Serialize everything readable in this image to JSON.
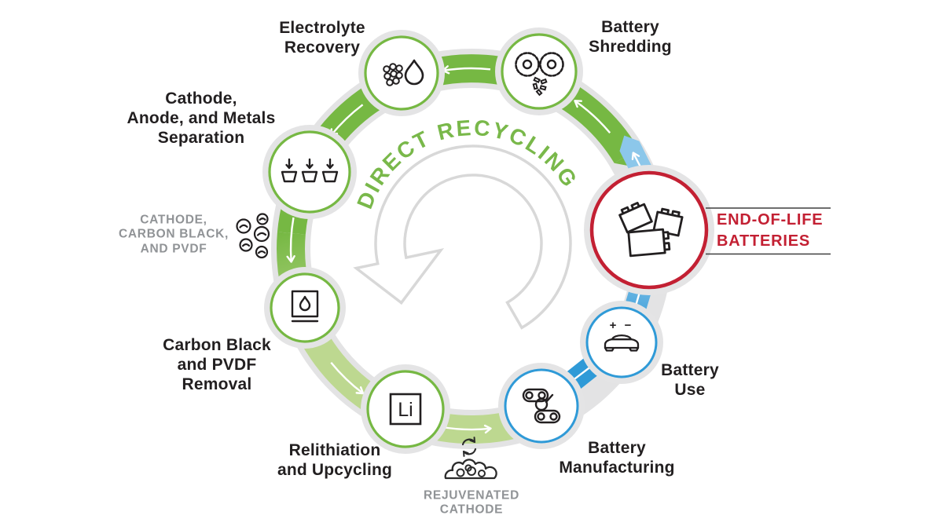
{
  "title": {
    "center": "DIRECT RECYCLING"
  },
  "stages": [
    {
      "id": "end-of-life-batteries",
      "label_lines": [
        "END-OF-LIFE",
        "BATTERIES"
      ],
      "icon": "stacked-batteries-icon"
    },
    {
      "id": "battery-shredding",
      "label_lines": [
        "Battery",
        "Shredding"
      ],
      "icon": "shredder-blades-icon"
    },
    {
      "id": "electrolyte-recovery",
      "label_lines": [
        "Electrolyte",
        "Recovery"
      ],
      "icon": "particles-droplet-icon"
    },
    {
      "id": "cathode-anode-metals-separation",
      "label_lines": [
        "Cathode,",
        "Anode, and Metals",
        "Separation"
      ],
      "icon": "sorting-bins-icon"
    },
    {
      "id": "carbon-black-pvdf-removal",
      "label_lines": [
        "Carbon Black",
        "and PVDF",
        "Removal"
      ],
      "icon": "furnace-icon"
    },
    {
      "id": "relithiation-upcycling",
      "label_lines": [
        "Relithiation",
        "and Upcycling"
      ],
      "icon": "lithium-element-icon",
      "element_symbol": "Li"
    },
    {
      "id": "battery-manufacturing",
      "label_lines": [
        "Battery",
        "Manufacturing"
      ],
      "icon": "roller-press-icon"
    },
    {
      "id": "battery-use",
      "label_lines": [
        "Battery",
        "Use"
      ],
      "icon": "electric-car-icon",
      "polarity_symbol": "+ −"
    }
  ],
  "byproducts": [
    {
      "id": "cathode-carbon-black-pvdf",
      "label_lines": [
        "CATHODE,",
        "CARBON BLACK,",
        "AND PVDF"
      ],
      "icon": "powder-particles-icon"
    },
    {
      "id": "rejuvenated-cathode",
      "label_lines": [
        "REJUVENATED",
        "CATHODE"
      ],
      "icon": "cathode-pile-icon"
    }
  ],
  "colors": {
    "ring_green": "#76b843",
    "ring_green_light": "#bdd890",
    "flow_blue": "#2f9ad7",
    "flow_blue_light": "#8cc7ea",
    "highlight_red": "#c32033",
    "track_gray": "#e3e3e4",
    "center_arrow_gray": "#d8d8d8",
    "label_dark": "#221f20",
    "label_gray": "#909396"
  }
}
